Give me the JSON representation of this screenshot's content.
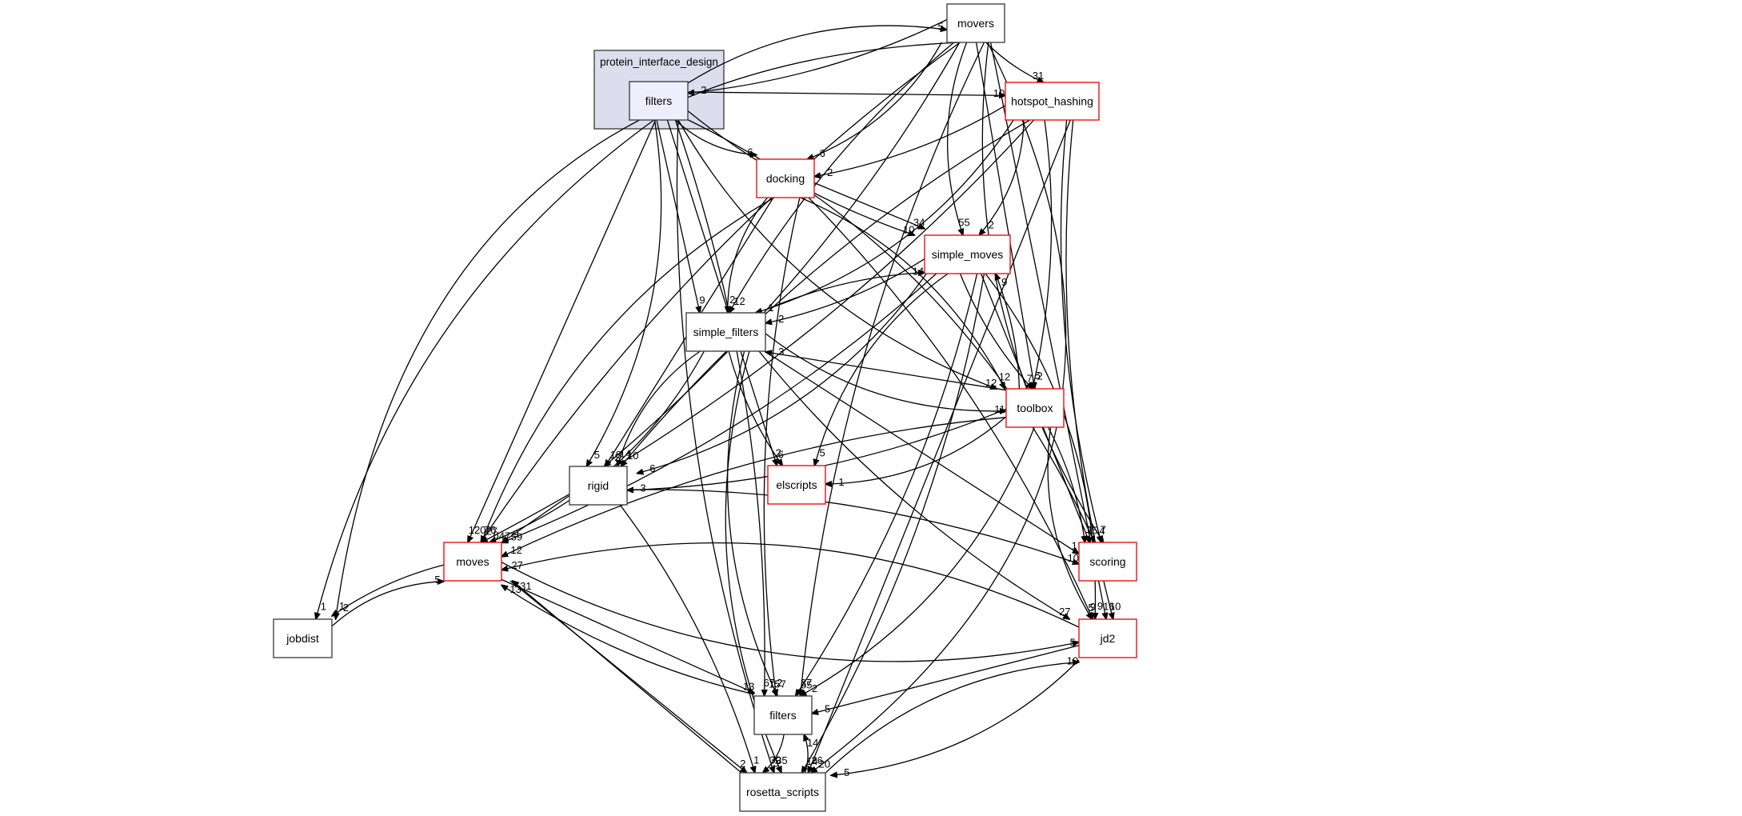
{
  "diagram": {
    "type": "directory-dependency-graph",
    "cluster": {
      "id": "protein_interface_design",
      "label": "protein_interface_design",
      "fill": "#ddddee",
      "stroke": "#444444"
    },
    "colors": {
      "focus_fill": "#eeeeff",
      "focus_stroke": "#444444",
      "normal_stroke": "#444444",
      "truncated_stroke": "#ee1111",
      "node_fill": "#ffffff",
      "edge": "#000000"
    },
    "nodes": [
      {
        "id": "pid_filters",
        "label": "filters",
        "style": "focus",
        "in_cluster": true
      },
      {
        "id": "movers",
        "label": "movers",
        "style": "normal"
      },
      {
        "id": "hotspot_hashing",
        "label": "hotspot_hashing",
        "style": "truncated"
      },
      {
        "id": "docking",
        "label": "docking",
        "style": "truncated"
      },
      {
        "id": "simple_moves",
        "label": "simple_moves",
        "style": "truncated"
      },
      {
        "id": "simple_filters",
        "label": "simple_filters",
        "style": "normal"
      },
      {
        "id": "toolbox",
        "label": "toolbox",
        "style": "truncated"
      },
      {
        "id": "rigid",
        "label": "rigid",
        "style": "normal"
      },
      {
        "id": "elscripts",
        "label": "elscripts",
        "style": "truncated"
      },
      {
        "id": "moves",
        "label": "moves",
        "style": "truncated"
      },
      {
        "id": "scoring",
        "label": "scoring",
        "style": "truncated"
      },
      {
        "id": "jobdist",
        "label": "jobdist",
        "style": "normal"
      },
      {
        "id": "jd2",
        "label": "jd2",
        "style": "truncated"
      },
      {
        "id": "filters",
        "label": "filters",
        "style": "normal"
      },
      {
        "id": "rosetta_scripts",
        "label": "rosetta_scripts",
        "style": "normal"
      }
    ],
    "edges": [
      {
        "from": "pid_filters",
        "to": "movers",
        "label": "5"
      },
      {
        "from": "movers",
        "to": "pid_filters",
        "label": "2"
      },
      {
        "from": "pid_filters",
        "to": "hotspot_hashing",
        "label": "10"
      },
      {
        "from": "movers",
        "to": "hotspot_hashing",
        "label": "31"
      },
      {
        "from": "pid_filters",
        "to": "docking",
        "label": "6"
      },
      {
        "from": "movers",
        "to": "docking",
        "label": "6"
      },
      {
        "from": "hotspot_hashing",
        "to": "docking",
        "label": "2"
      },
      {
        "from": "docking",
        "to": "simple_moves",
        "label": "34"
      },
      {
        "from": "pid_filters",
        "to": "simple_moves",
        "label": "10"
      },
      {
        "from": "movers",
        "to": "simple_moves",
        "label": "55"
      },
      {
        "from": "hotspot_hashing",
        "to": "simple_moves",
        "label": "2"
      },
      {
        "from": "simple_filters",
        "to": "simple_moves",
        "label": "14"
      },
      {
        "from": "pid_filters",
        "to": "simple_filters",
        "label": "9"
      },
      {
        "from": "movers",
        "to": "simple_filters",
        "label": "12"
      },
      {
        "from": "docking",
        "to": "simple_filters",
        "label": "2"
      },
      {
        "from": "hotspot_hashing",
        "to": "simple_filters",
        "label": "1"
      },
      {
        "from": "simple_moves",
        "to": "simple_filters",
        "label": "2"
      },
      {
        "from": "toolbox",
        "to": "simple_filters",
        "label": "3"
      },
      {
        "from": "toolbox",
        "to": "simple_moves",
        "label": "9"
      },
      {
        "from": "pid_filters",
        "to": "toolbox",
        "label": "12"
      },
      {
        "from": "docking",
        "to": "toolbox",
        "label": "12"
      },
      {
        "from": "hotspot_hashing",
        "to": "toolbox",
        "label": "2"
      },
      {
        "from": "movers",
        "to": "toolbox",
        "label": "5"
      },
      {
        "from": "simple_moves",
        "to": "toolbox",
        "label": "7"
      },
      {
        "from": "simple_filters",
        "to": "toolbox",
        "label": "11"
      },
      {
        "from": "pid_filters",
        "to": "rigid",
        "label": "5"
      },
      {
        "from": "movers",
        "to": "rigid",
        "label": "2"
      },
      {
        "from": "docking",
        "to": "rigid",
        "label": "18"
      },
      {
        "from": "hotspot_hashing",
        "to": "rigid",
        "label": "10"
      },
      {
        "from": "simple_filters",
        "to": "rigid",
        "label": "14"
      },
      {
        "from": "simple_moves",
        "to": "rigid",
        "label": "6"
      },
      {
        "from": "toolbox",
        "to": "rigid",
        "label": "3"
      },
      {
        "from": "pid_filters",
        "to": "elscripts",
        "label": "2"
      },
      {
        "from": "simple_filters",
        "to": "elscripts",
        "label": "6"
      },
      {
        "from": "simple_moves",
        "to": "elscripts",
        "label": "5"
      },
      {
        "from": "toolbox",
        "to": "elscripts",
        "label": "1"
      },
      {
        "from": "hotspot_hashing",
        "to": "moves",
        "label": "6"
      },
      {
        "from": "pid_filters",
        "to": "moves",
        "label": "120"
      },
      {
        "from": "movers",
        "to": "moves",
        "label": "27"
      },
      {
        "from": "docking",
        "to": "moves",
        "label": "76"
      },
      {
        "from": "simple_filters",
        "to": "moves",
        "label": "47"
      },
      {
        "from": "simple_moves",
        "to": "moves",
        "label": "59"
      },
      {
        "from": "rigid",
        "to": "moves",
        "label": "9"
      },
      {
        "from": "toolbox",
        "to": "moves",
        "label": "12"
      },
      {
        "from": "jd2",
        "to": "moves",
        "label": "27"
      },
      {
        "from": "jobdist",
        "to": "moves",
        "label": "5"
      },
      {
        "from": "filters",
        "to": "moves",
        "label": "13"
      },
      {
        "from": "rosetta_scripts",
        "to": "moves",
        "label": "31"
      },
      {
        "from": "moves",
        "to": "jobdist",
        "label": "2"
      },
      {
        "from": "pid_filters",
        "to": "jobdist",
        "label": "1"
      },
      {
        "from": "movers",
        "to": "jobdist",
        "label": "1"
      },
      {
        "from": "toolbox",
        "to": "scoring",
        "label": "1"
      },
      {
        "from": "simple_moves",
        "to": "scoring",
        "label": "1"
      },
      {
        "from": "hotspot_hashing",
        "to": "scoring",
        "label": "7"
      },
      {
        "from": "movers",
        "to": "scoring",
        "label": "4"
      },
      {
        "from": "pid_filters",
        "to": "scoring",
        "label": "5"
      },
      {
        "from": "rigid",
        "to": "scoring",
        "label": "10"
      },
      {
        "from": "simple_filters",
        "to": "scoring",
        "label": "1"
      },
      {
        "from": "simple_filters",
        "to": "jd2",
        "label": "27"
      },
      {
        "from": "toolbox",
        "to": "jd2",
        "label": "5"
      },
      {
        "from": "simple_moves",
        "to": "jd2",
        "label": "9"
      },
      {
        "from": "docking",
        "to": "jd2",
        "label": "9"
      },
      {
        "from": "movers",
        "to": "jd2",
        "label": "16"
      },
      {
        "from": "hotspot_hashing",
        "to": "jd2",
        "label": "10"
      },
      {
        "from": "moves",
        "to": "jd2",
        "label": "5"
      },
      {
        "from": "rosetta_scripts",
        "to": "jd2",
        "label": "10"
      },
      {
        "from": "pid_filters",
        "to": "filters",
        "label": "67"
      },
      {
        "from": "moves",
        "to": "filters",
        "label": "13"
      },
      {
        "from": "docking",
        "to": "filters",
        "label": "2"
      },
      {
        "from": "simple_filters",
        "to": "filters",
        "label": "157"
      },
      {
        "from": "toolbox",
        "to": "filters",
        "label": "2"
      },
      {
        "from": "simple_moves",
        "to": "filters",
        "label": "55"
      },
      {
        "from": "jd2",
        "to": "filters",
        "label": "5"
      },
      {
        "from": "movers",
        "to": "filters",
        "label": "37"
      },
      {
        "from": "rosetta_scripts",
        "to": "filters",
        "label": "14"
      },
      {
        "from": "filters",
        "to": "rosetta_scripts",
        "label": "3"
      },
      {
        "from": "rigid",
        "to": "rosetta_scripts",
        "label": "1"
      },
      {
        "from": "moves",
        "to": "rosetta_scripts",
        "label": "2"
      },
      {
        "from": "pid_filters",
        "to": "rosetta_scripts",
        "label": "30"
      },
      {
        "from": "simple_filters",
        "to": "rosetta_scripts",
        "label": "35"
      },
      {
        "from": "jd2",
        "to": "rosetta_scripts",
        "label": "5"
      },
      {
        "from": "simple_moves",
        "to": "rosetta_scripts",
        "label": "14"
      },
      {
        "from": "hotspot_hashing",
        "to": "rosetta_scripts",
        "label": "26"
      },
      {
        "from": "movers",
        "to": "rosetta_scripts",
        "label": "20"
      }
    ]
  }
}
